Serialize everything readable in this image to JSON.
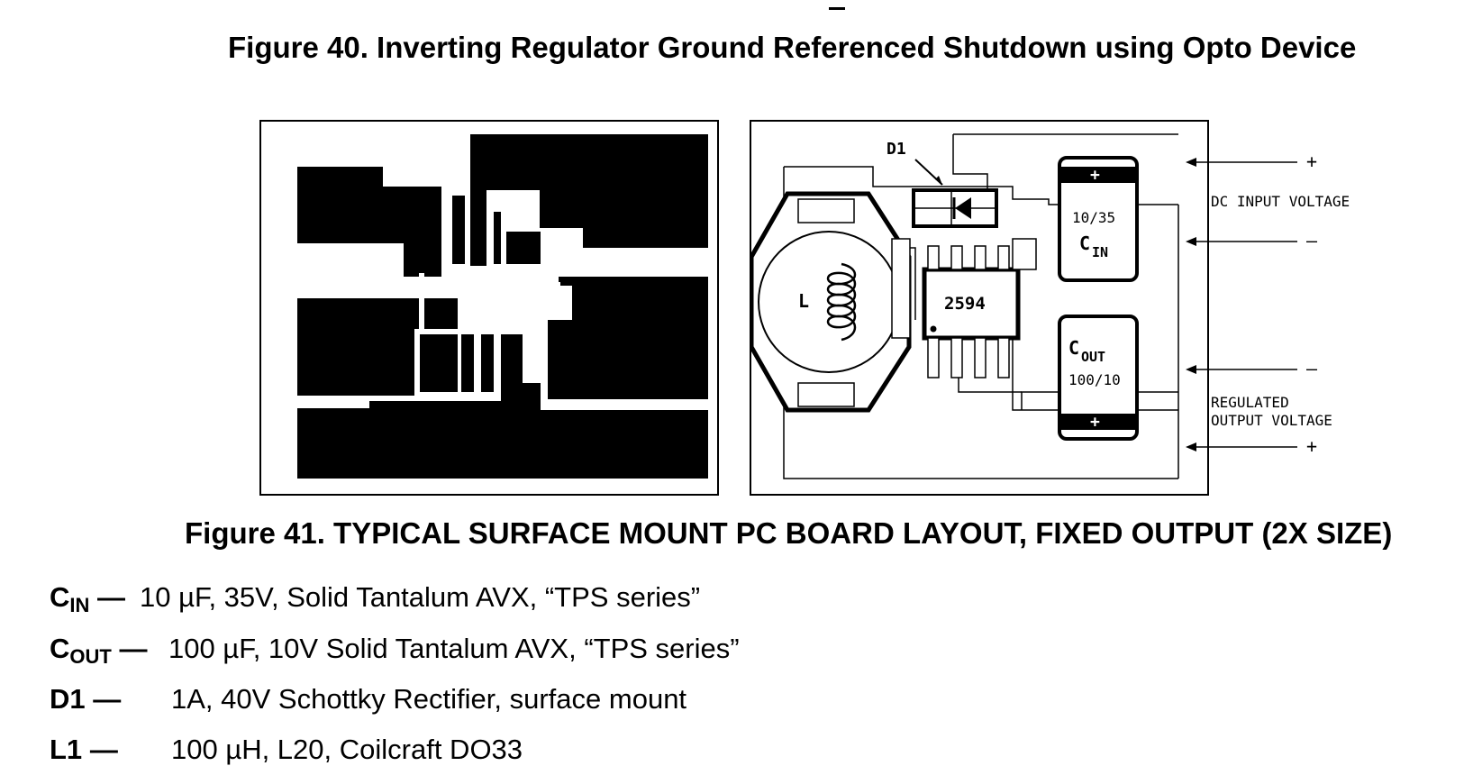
{
  "figure40": {
    "caption": "Figure 40.  Inverting Regulator Ground Referenced Shutdown using Opto Device"
  },
  "figure41": {
    "caption": "Figure 41.  TYPICAL SURFACE MOUNT PC BOARD LAYOUT, FIXED OUTPUT (2X SIZE)",
    "labels": {
      "d1": "D1",
      "l": "L",
      "ic": "2594",
      "cin_value": "10/35",
      "cin_name": "C",
      "cin_sub": "IN",
      "cout_name": "C",
      "cout_sub": "OUT",
      "cout_value": "100/10",
      "plus": "+",
      "minus": "–",
      "dc_input": "DC INPUT VOLTAGE",
      "regulated_line1": "REGULATED",
      "regulated_line2": "OUTPUT VOLTAGE"
    }
  },
  "bom": [
    {
      "ref": "C",
      "sub": "IN",
      "dash": "—",
      "desc": "10 µF, 35V, Solid Tantalum AVX, “TPS series”"
    },
    {
      "ref": "C",
      "sub": "OUT",
      "dash": "—",
      "desc": "100 µF, 10V Solid Tantalum AVX, “TPS series”"
    },
    {
      "ref": "D1",
      "sub": "",
      "dash": "—",
      "desc": "1A, 40V Schottky Rectifier, surface mount"
    },
    {
      "ref": "L1",
      "sub": "",
      "dash": "—",
      "desc": "100 µH, L20, Coilcraft DO33"
    }
  ]
}
